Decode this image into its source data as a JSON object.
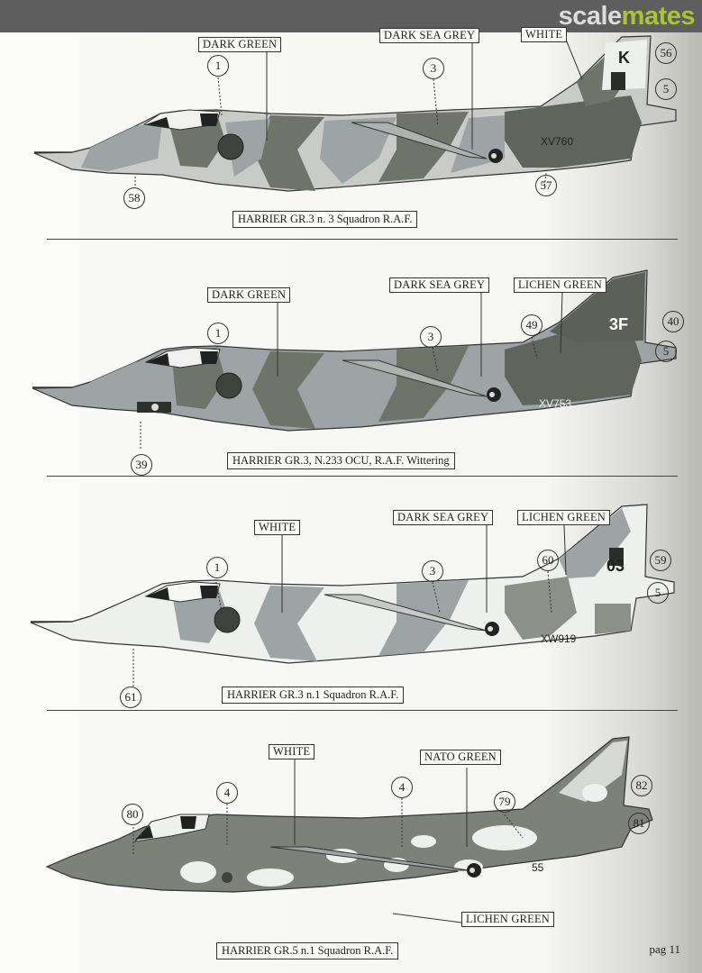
{
  "brand": {
    "part1": "scale",
    "part2": "mates"
  },
  "colors": {
    "dark_green": "#6e746a",
    "dark_sea_grey": "#9ea3a5",
    "light": "#d6d8d6",
    "lichen": "#8b9188",
    "white": "#f1f2f0",
    "nato": "#7c817a"
  },
  "aircraft": [
    {
      "caption": "HARRIER GR.3 n. 3 Squadron R.A.F.",
      "serial": "XV760",
      "code": "K",
      "labels": [
        "DARK GREEN",
        "DARK SEA GREY",
        "WHITE"
      ],
      "numbers": [
        "1",
        "3",
        "56",
        "5",
        "57",
        "58"
      ]
    },
    {
      "caption": "HARRIER GR.3, N.233 OCU, R.A.F. Wittering",
      "serial": "XV753",
      "code": "3F",
      "labels": [
        "DARK GREEN",
        "DARK SEA GREY",
        "LICHEN GREEN"
      ],
      "numbers": [
        "1",
        "3",
        "49",
        "40",
        "5",
        "39"
      ]
    },
    {
      "caption": "HARRIER GR.3 n.1 Squadron  R.A.F.",
      "serial": "XW919",
      "code": "03",
      "labels": [
        "WHITE",
        "DARK SEA GREY",
        "LICHEN GREEN"
      ],
      "numbers": [
        "1",
        "3",
        "60",
        "59",
        "5",
        "61"
      ]
    },
    {
      "caption": "HARRIER GR.5  n.1 Squadron  R.A.F.",
      "serial": "55",
      "code": "",
      "labels": [
        "WHITE",
        "NATO GREEN",
        "LICHEN GREEN"
      ],
      "numbers": [
        "80",
        "4",
        "4",
        "79",
        "82",
        "81"
      ]
    }
  ],
  "page": "pag 11"
}
